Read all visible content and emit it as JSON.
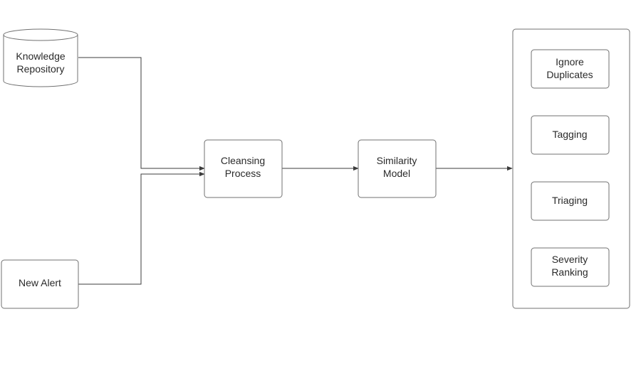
{
  "diagram": {
    "nodes": {
      "knowledge_repository": {
        "line1": "Knowledge",
        "line2": "Repository"
      },
      "new_alert": {
        "label": "New Alert"
      },
      "cleansing_process": {
        "line1": "Cleansing",
        "line2": "Process"
      },
      "similarity_model": {
        "line1": "Similarity",
        "line2": "Model"
      },
      "outputs": {
        "ignore_duplicates": {
          "line1": "Ignore",
          "line2": "Duplicates"
        },
        "tagging": {
          "label": "Tagging"
        },
        "triaging": {
          "label": "Triaging"
        },
        "severity_ranking": {
          "line1": "Severity",
          "line2": "Ranking"
        }
      }
    },
    "colors": {
      "line": "#3c3c3c",
      "border": "#707070",
      "text": "#2a2a2a",
      "background": "#ffffff"
    }
  }
}
